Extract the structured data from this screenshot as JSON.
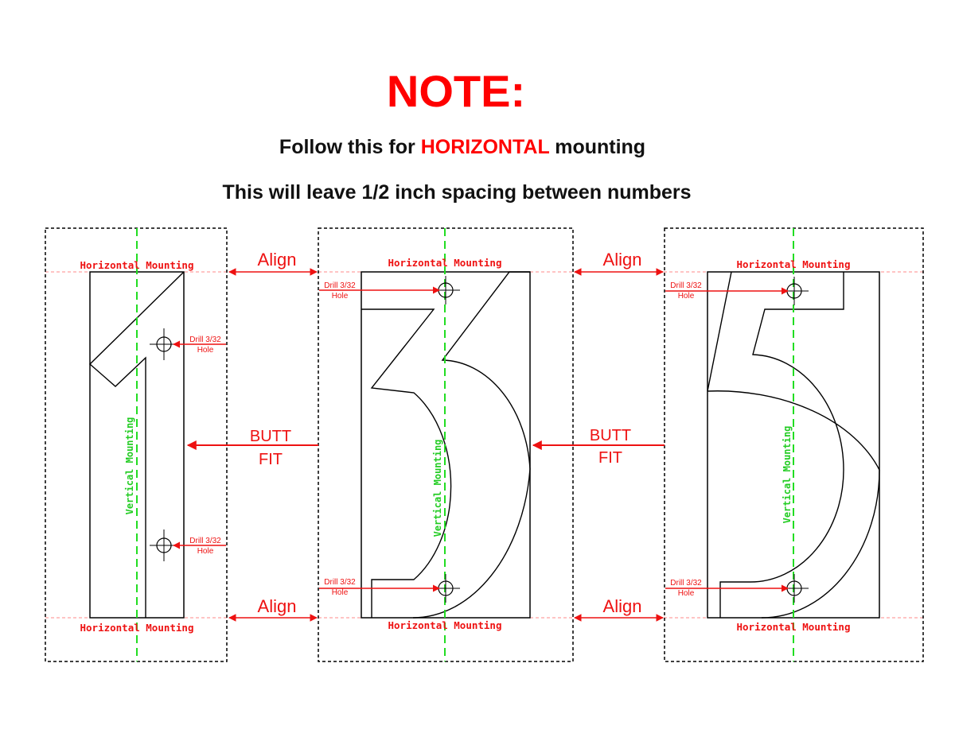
{
  "heading": {
    "note": "NOTE:",
    "line1_prefix": "Follow this for",
    "line1_emphasis": "HORIZONTAL",
    "line1_suffix": "mounting",
    "line2": "This will leave 1/2 inch spacing between numbers"
  },
  "labels": {
    "horizontal_mounting": "Horizontal Mounting",
    "vertical_mounting": "Vertical Mounting",
    "drill_line1": "Drill 3/32",
    "drill_line2": "Hole",
    "align": "Align",
    "butt_line1": "BUTT",
    "butt_line2": "FIT"
  },
  "digits": [
    "1",
    "3",
    "5"
  ],
  "colors": {
    "accent": "#ff0000",
    "guide_green": "#22dd22",
    "outline": "#000000",
    "dash_border": "#000000",
    "horizontal_guide": "#ff9090"
  }
}
